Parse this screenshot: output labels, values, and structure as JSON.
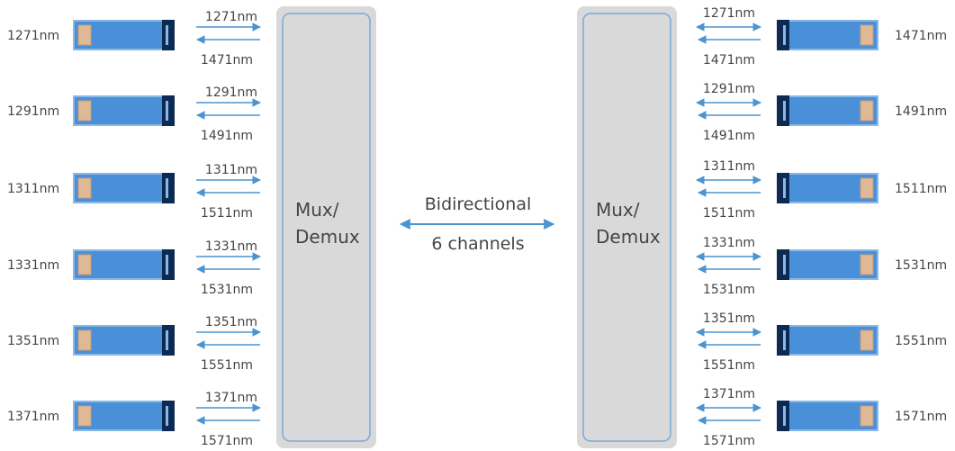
{
  "left_channels": [
    {
      "module_label": "1271nm",
      "tx_label": "1271nm",
      "rx_label": "1471nm"
    },
    {
      "module_label": "1291nm",
      "tx_label": "1291nm",
      "rx_label": "1491nm"
    },
    {
      "module_label": "1311nm",
      "tx_label": "1311nm",
      "rx_label": "1511nm"
    },
    {
      "module_label": "1331nm",
      "tx_label": "1331nm",
      "rx_label": "1531nm"
    },
    {
      "module_label": "1351nm",
      "tx_label": "1351nm",
      "rx_label": "1551nm"
    },
    {
      "module_label": "1371nm",
      "tx_label": "1371nm",
      "rx_label": "1571nm"
    }
  ],
  "right_channels": [
    {
      "module_label": "1471nm",
      "top_label": "1271nm",
      "bottom_label": "1471nm"
    },
    {
      "module_label": "1491nm",
      "top_label": "1291nm",
      "bottom_label": "1491nm"
    },
    {
      "module_label": "1511nm",
      "top_label": "1311nm",
      "bottom_label": "1511nm"
    },
    {
      "module_label": "1531nm",
      "top_label": "1331nm",
      "bottom_label": "1531nm"
    },
    {
      "module_label": "1551nm",
      "top_label": "1351nm",
      "bottom_label": "1551nm"
    },
    {
      "module_label": "1571nm",
      "top_label": "1371nm",
      "bottom_label": "1571nm"
    }
  ],
  "left_mux": {
    "line1": "Mux/",
    "line2": "Demux"
  },
  "right_mux": {
    "line1": "Mux/",
    "line2": "Demux"
  },
  "center": {
    "line1": "Bidirectional",
    "line2": "6 channels"
  },
  "colors": {
    "module_body": "#4a90d9",
    "module_stripe": "#8ab8e8",
    "module_cap": "#0d2b52",
    "module_latch": "#dfb896",
    "arrow": "#4b93d1",
    "mux_fill": "#d9d9d9",
    "mux_border": "#78a9da",
    "text": "#454545"
  },
  "icons": {
    "module": "optical-transceiver-icon",
    "arrow_right": "arrow-right-icon",
    "arrow_left": "arrow-left-icon",
    "arrow_bidirectional": "bidirectional-arrow-icon"
  }
}
